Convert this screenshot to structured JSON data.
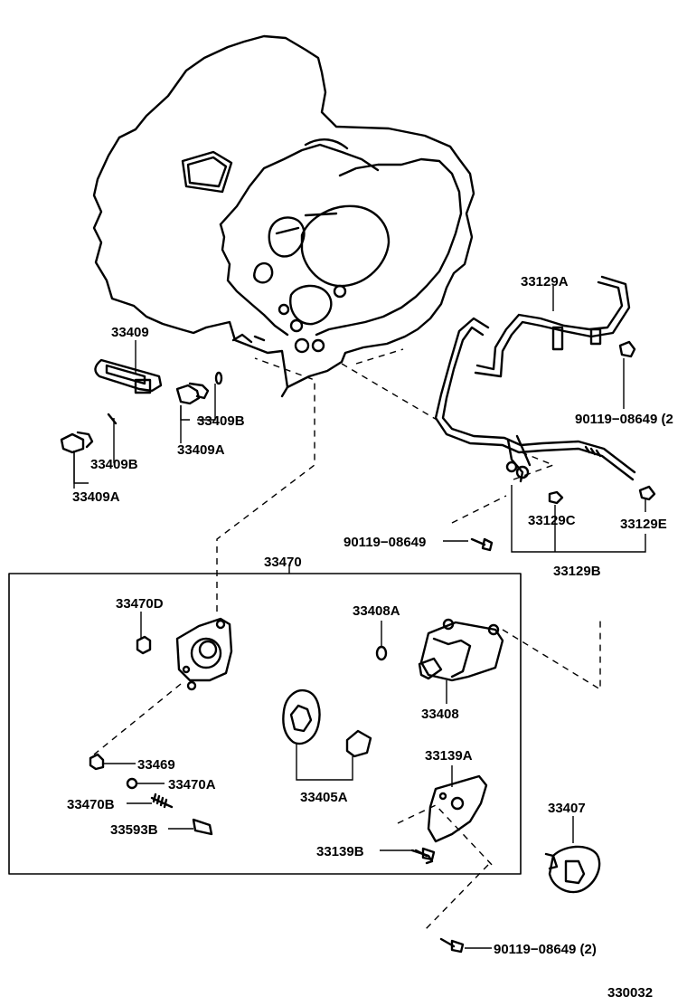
{
  "diagram_id": "330032",
  "colors": {
    "ink": "#000000",
    "paper": "#ffffff"
  },
  "labels": {
    "p33409": "33409",
    "p33409B_a": "33409B",
    "p33409A_a": "33409A",
    "p33409B_b": "33409B",
    "p33409A_b": "33409A",
    "p33129A": "33129A",
    "p90119_top": "90119−08649 (2",
    "p90119_mid": "90119−08649",
    "p33129C": "33129C",
    "p33129E": "33129E",
    "p33129B": "33129B",
    "p33470": "33470",
    "p33470D": "33470D",
    "p33408A": "33408A",
    "p33408": "33408",
    "p33469": "33469",
    "p33470A": "33470A",
    "p33470B": "33470B",
    "p33405A": "33405A",
    "p33593B": "33593B",
    "p33139A": "33139A",
    "p33139B": "33139B",
    "p33407": "33407",
    "p90119_bot": "90119−08649 (2)"
  }
}
